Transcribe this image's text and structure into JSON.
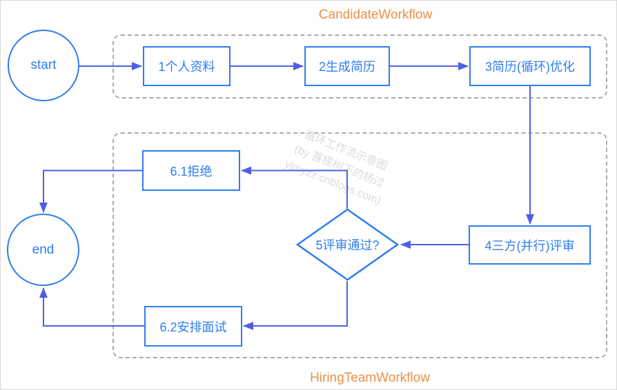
{
  "titles": {
    "candidate_workflow": "CandidateWorkflow",
    "hiring_team_workflow": "HiringTeamWorkflow"
  },
  "nodes": {
    "start": {
      "label": "start"
    },
    "step1": {
      "label": "1个人资料"
    },
    "step2": {
      "label": "2生成简历"
    },
    "step3": {
      "label": "3简历(循环)优化"
    },
    "step4": {
      "label": "4三方(并行)评审"
    },
    "decision5": {
      "label": "5评审通过?"
    },
    "step6_1": {
      "label": "6.1拒绝"
    },
    "step6_2": {
      "label": "6.2安排面试"
    },
    "end": {
      "label": "end"
    }
  },
  "watermark": {
    "line1": "循环工作流示意图",
    "line2": "(by 菩提树下的杨过",
    "line3": "yjmyzz.cnblogs.com)"
  },
  "colors": {
    "node_stroke": "#2E7CEF",
    "node_text": "#2E7CEF",
    "edge": "#4D5FE3",
    "group_border": "#B4A89F",
    "title": "#EE8F45",
    "watermark": "#DBDBDB",
    "background": "#FFFFFF"
  }
}
